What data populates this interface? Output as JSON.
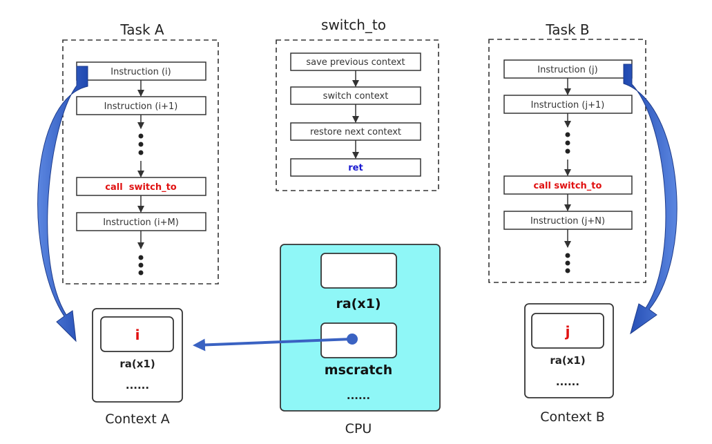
{
  "task_a": {
    "title": "Task A",
    "instructions": [
      "Instruction (i)",
      "Instruction (i+1)",
      "call  switch_to",
      "Instruction (i+M)"
    ]
  },
  "switch_to": {
    "title": "switch_to",
    "steps": [
      "save previous context",
      "switch context",
      "restore next context",
      "ret"
    ]
  },
  "task_b": {
    "title": "Task B",
    "instructions": [
      "Instruction (j)",
      "Instruction (j+1)",
      "call switch_to",
      "Instruction (j+N)"
    ]
  },
  "context_a": {
    "title": "Context A",
    "value": "i",
    "register": "ra(x1)",
    "more": "......"
  },
  "context_b": {
    "title": "Context B",
    "value": "j",
    "register": "ra(x1)",
    "more": "......"
  },
  "cpu": {
    "title": "CPU",
    "register1": "ra(x1)",
    "register2": "mscratch",
    "more": "......"
  },
  "colors": {
    "highlight_red": "#e01010",
    "ret_blue": "#1a1ad0",
    "cpu_fill": "#8ff7f7",
    "arrow_blue": "#3a62c2"
  }
}
